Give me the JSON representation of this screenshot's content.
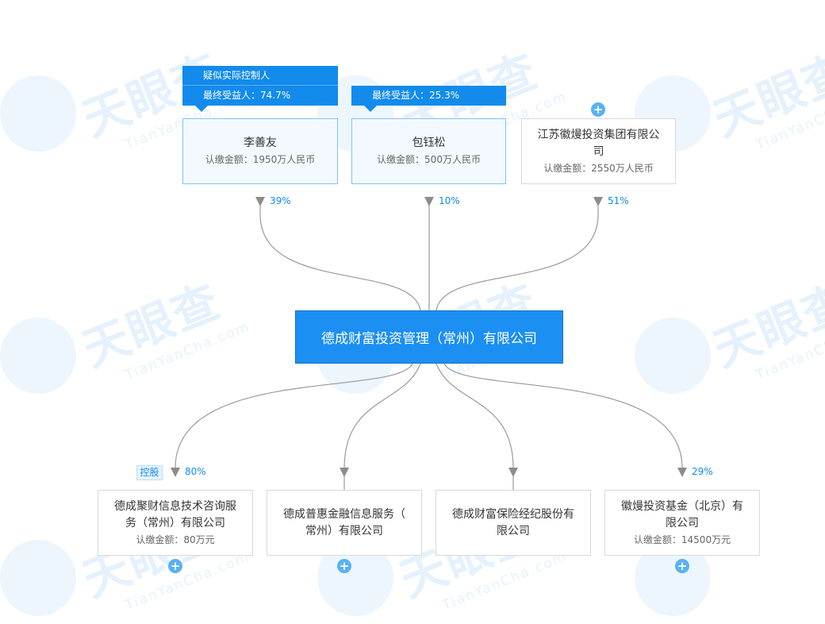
{
  "watermark": {
    "brand": "天眼查",
    "site": "TianYanCha.com"
  },
  "colors": {
    "accent": "#128bed",
    "center_fill": "#1c8ff3",
    "line": "#999999"
  },
  "center": {
    "name": "德成财富投资管理（常州）有限公司"
  },
  "shareholders": [
    {
      "name": "李善友",
      "amount": "认缴金额：1950万人民币",
      "percent": "39%",
      "tags": [
        "疑似实际控制人",
        "最终受益人：74.7%"
      ]
    },
    {
      "name": "包钰松",
      "amount": "认缴金额：500万人民币",
      "percent": "10%",
      "tags": [
        "最终受益人：25.3%"
      ]
    },
    {
      "name": "江苏徽熳投资集团有限公司",
      "name_line1": "江苏徽熳投资集团有限公",
      "name_line2": "司",
      "amount": "认缴金额：2550万人民币",
      "percent": "51%",
      "expand_icon": "plus-circle-icon"
    }
  ],
  "investments": [
    {
      "name_line1": "德成聚财信息技术咨询服",
      "name_line2": "务（常州）有限公司",
      "amount": "认缴金额：80万元",
      "percent": "80%",
      "badge": "控股",
      "expand_icon": "plus-circle-icon"
    },
    {
      "name_line1": "德成普惠金融信息服务（",
      "name_line2": "常州）有限公司",
      "expand_icon": "plus-circle-icon"
    },
    {
      "name_line1": "德成财富保险经纪股份有",
      "name_line2": "限公司"
    },
    {
      "name_line1": "徽熳投资基金（北京）有",
      "name_line2": "限公司",
      "amount": "认缴金额：14500万元",
      "percent": "29%",
      "expand_icon": "plus-circle-icon"
    }
  ]
}
